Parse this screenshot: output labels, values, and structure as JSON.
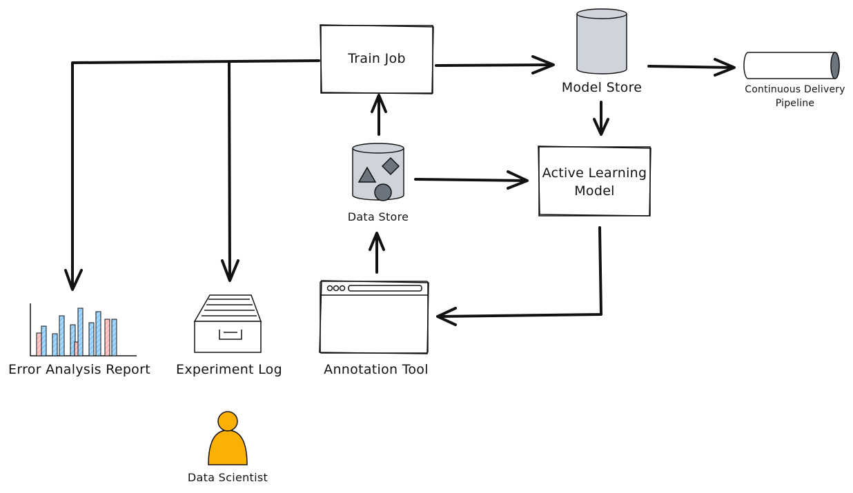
{
  "nodes": {
    "train_job": {
      "label": "Train Job"
    },
    "model_store": {
      "label": "Model Store"
    },
    "cd_pipeline": {
      "line1": "Continuous Delivery",
      "line2": "Pipeline"
    },
    "data_store": {
      "label": "Data Store"
    },
    "active_learning": {
      "line1": "Active Learning",
      "line2": "Model"
    },
    "annotation_tool": {
      "label": "Annotation Tool"
    },
    "error_report": {
      "label": "Error Analysis Report"
    },
    "experiment_log": {
      "label": "Experiment Log"
    },
    "data_scientist": {
      "label": "Data Scientist"
    }
  },
  "colors": {
    "stroke": "#111111",
    "cylinder_fill": "#ced4da",
    "shape_fill": "#6c757d",
    "person_fill": "#fab005",
    "bar_fill": "#a5d8ff",
    "bar_accent": "#ffa8a8"
  },
  "edges": [
    {
      "from": "train_job",
      "to": "model_store"
    },
    {
      "from": "model_store",
      "to": "cd_pipeline"
    },
    {
      "from": "model_store",
      "to": "active_learning"
    },
    {
      "from": "data_store",
      "to": "train_job"
    },
    {
      "from": "data_store",
      "to": "active_learning"
    },
    {
      "from": "annotation_tool",
      "to": "data_store"
    },
    {
      "from": "active_learning",
      "to": "annotation_tool"
    },
    {
      "from": "train_job",
      "to": "error_report"
    },
    {
      "from": "train_job",
      "to": "experiment_log"
    }
  ]
}
